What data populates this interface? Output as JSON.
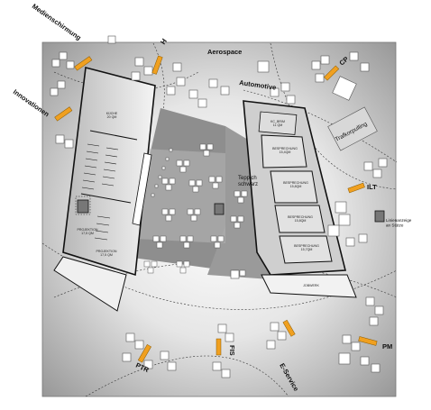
{
  "labels": {
    "medienschirmung": "Medienschirmung",
    "innovationen": "Innovationen",
    "aerospace": "Aerospace",
    "automotive": "Automotive",
    "cp": "CP",
    "trafkorpulling": "Trafkorpulling",
    "ilt": "ILT",
    "linienanzeige": "Linienanzeige\nan Stütze",
    "teppich": "Teppich\nschwarz",
    "pm": "PM",
    "eservice": "E-Service",
    "fis": "FIS",
    "ptr": "PTR",
    "h": "H"
  },
  "rooms": {
    "left_top": "KÜCHE\n20 QM",
    "left_bottom": "PROJEKTION\n17,5 QM",
    "left_lower_small": "PROJEKTION\n17,5 QM",
    "right_1": "KC_BR/M\n11 QM",
    "right_2": "BESPRECHUNG\n15,4QM",
    "right_3": "BESPRECHUNG\n15,8QM",
    "right_4": "BESPRECHUNG\n15,8QM",
    "right_5": "BESPRECHUNG\n15,7QM",
    "lower_right_bar": "JOBWERK"
  },
  "colors": {
    "accent_bar": "#f0a020",
    "floor_dark": "#8c8c8c",
    "floor_mid": "#a0a0a0",
    "wall": "#111111"
  }
}
